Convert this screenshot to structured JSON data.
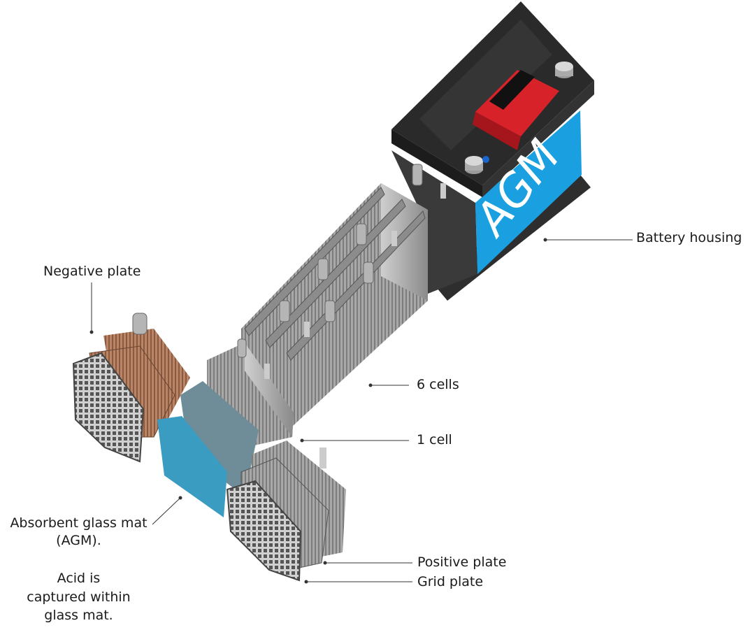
{
  "labels": {
    "battery_housing": "Battery housing",
    "negative_plate": "Negative plate",
    "six_cells": "6 cells",
    "one_cell": "1 cell",
    "positive_plate": "Positive plate",
    "grid_plate": "Grid plate",
    "agm_line1": "Absorbent glass mat",
    "agm_line2": "(AGM).",
    "acid_line1": "Acid is",
    "acid_line2": "captured within",
    "acid_line3": "glass mat."
  },
  "battery": {
    "logo_text": "AGM"
  },
  "colors": {
    "agm_blue": "#1aa0e0",
    "lid_black": "#2a2a2a",
    "handle_red": "#d8222a",
    "negative_copper": "#b07a5c",
    "glass_mat_blue": "#3a9cc0",
    "cell_grey": "#9a9a9a"
  }
}
